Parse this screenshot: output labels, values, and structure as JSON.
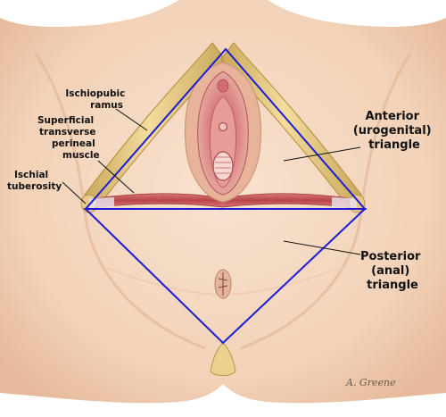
{
  "labels": {
    "ischiopubic_ramus": [
      "Ischiopubic",
      "ramus"
    ],
    "superficial_transverse_perineal_muscle": [
      "Superficial",
      "transverse",
      "perineal",
      "muscle"
    ],
    "ischial_tuberosity": [
      "Ischial",
      "tuberosity"
    ],
    "anterior_triangle": [
      "Anterior",
      "(urogenital)",
      "triangle"
    ],
    "posterior_triangle": [
      "Posterior",
      "(anal)",
      "triangle"
    ]
  },
  "signature": "A. Greene",
  "colors": {
    "background": "#ffffff",
    "skin": "#f5d9c3",
    "skin_shadow": "#e7bfa2",
    "bone": "#ecd08e",
    "bone_edge": "#b99448",
    "muscle": "#c8565a",
    "tissue_pink": "#df8f8f",
    "triangle_outline": "#1c1cd6",
    "leader_line": "#111111"
  }
}
